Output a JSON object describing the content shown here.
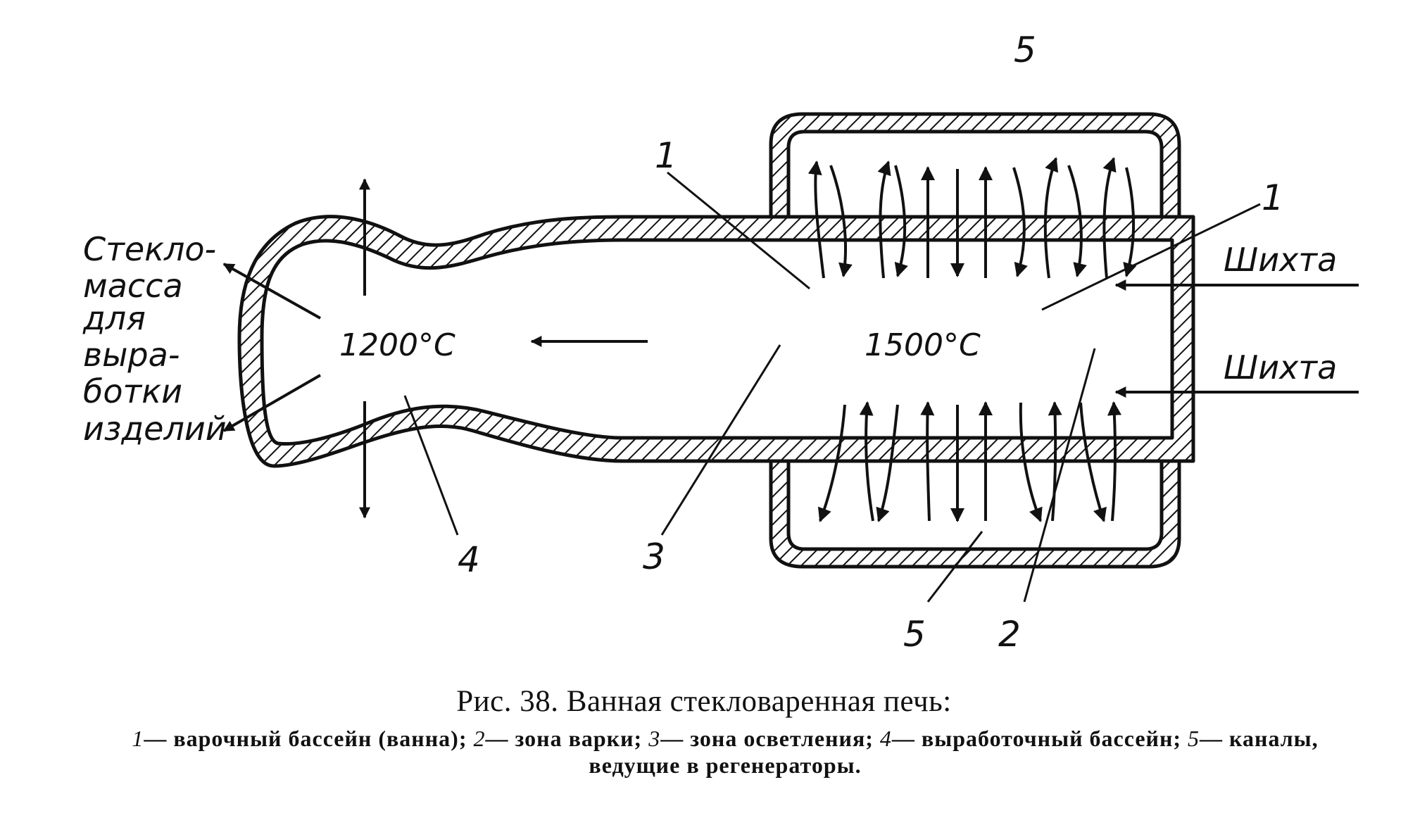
{
  "labels": {
    "glass_outlet": [
      "Стекло-",
      "масса",
      "для",
      "выра-",
      "ботки",
      "изделий"
    ],
    "charge_top": "Шихта",
    "charge_bottom": "Шихта",
    "temp_working": "1200°C",
    "temp_melting": "1500°C",
    "num_1": "1",
    "num_1b": "1",
    "num_2": "2",
    "num_3": "3",
    "num_4": "4",
    "num_5_top": "5",
    "num_5_bottom": "5"
  },
  "caption": {
    "title": "Рис. 38. Ванная стекловаренная печь:",
    "legend": [
      {
        "num": "1",
        "text": "— варочный бассейн (ванна);"
      },
      {
        "num": "2",
        "text": "— зона варки;"
      },
      {
        "num": "3",
        "text": "— зона осветления;"
      },
      {
        "num": "4",
        "text": "— выработочный бассейн;"
      },
      {
        "num": "5",
        "text": "— каналы, ведущие в регенераторы."
      }
    ]
  }
}
